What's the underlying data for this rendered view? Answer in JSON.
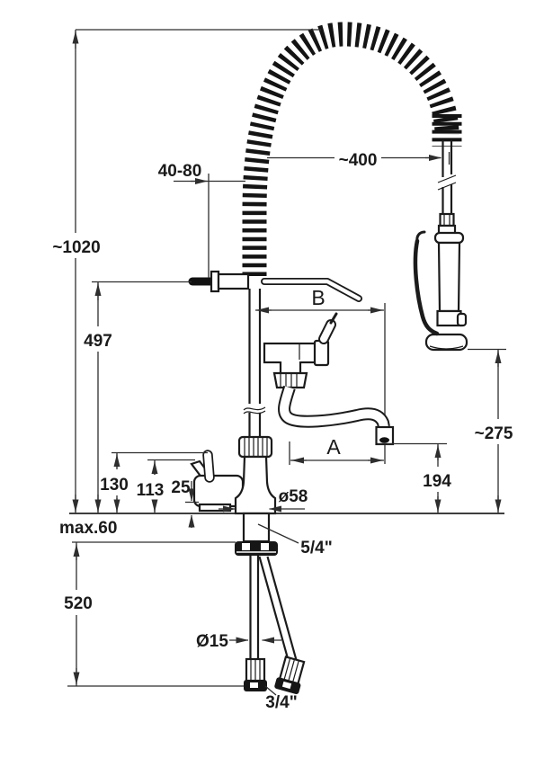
{
  "diagram": {
    "kind": "dimensioned technical line drawing",
    "subject": "pre-rinse spray kitchen faucet with spiral spring hose, side elevation",
    "units_implied": "mm"
  },
  "labels": {
    "overall_height": "~1020",
    "wall_offset": "40-80",
    "hose_span": "~400",
    "riser_height": "497",
    "dim_b": "B",
    "spray_head_clearance": "~275",
    "dim_a": "A",
    "spout_outlet_height": "194",
    "lever_top_height": "130",
    "body_height": "113",
    "step_height": "25",
    "base_diameter": "ø58",
    "max_deck_thickness": "max.60",
    "shank_thread": "5/4\"",
    "supply_hose_length": "520",
    "supply_pipe_diameter": "Ø15",
    "supply_thread": "3/4\""
  }
}
